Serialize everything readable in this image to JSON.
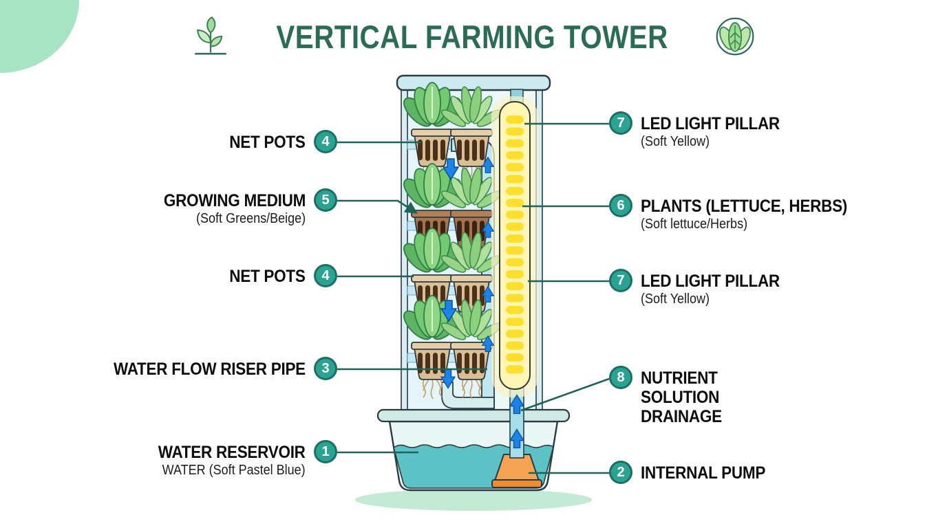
{
  "header": {
    "title": "VERTICAL FARMING TOWER",
    "seedling_icon": "seedling-icon",
    "lettuce_icon": "lettuce-icon"
  },
  "colors": {
    "accent_teal": "#2ba392",
    "leader_line": "#1e6358",
    "title_green": "#2c6b54",
    "led_body_yellow": "#fdf6b4",
    "led_segment_yellow": "#ffdf2e",
    "water_pastel_blue": "#5cc2c6",
    "pump_orange": "#f4a352",
    "pot_tan": "#d9bf96",
    "growing_medium_brown": "#a3744d",
    "plant_green": "#6abf6a",
    "mint_corner": "#a6e4c4",
    "shadow_mint": "#c3ead4"
  },
  "labels": {
    "left": [
      {
        "number": "4",
        "title": "NET POTS",
        "subtitle": ""
      },
      {
        "number": "5",
        "title": "GROWING MEDIUM",
        "subtitle": "(Soft Greens/Beige)"
      },
      {
        "number": "4",
        "title": "NET POTS",
        "subtitle": ""
      },
      {
        "number": "3",
        "title": "WATER FLOW RISER PIPE",
        "subtitle": ""
      },
      {
        "number": "1",
        "title": "WATER RESERVOIR",
        "subtitle": "WATER (Soft Pastel Blue)"
      }
    ],
    "right": [
      {
        "number": "7",
        "title": "LED LIGHT PILLAR",
        "subtitle": "(Soft Yellow)"
      },
      {
        "number": "6",
        "title": "PLANTS (LETTUCE, HERBS)",
        "subtitle": "(Soft lettuce/Herbs)"
      },
      {
        "number": "7",
        "title": "LED LIGHT PILLAR",
        "subtitle": "(Soft Yellow)"
      },
      {
        "number": "8",
        "title": "NUTRIENT SOLUTION DRAINAGE",
        "subtitle": ""
      },
      {
        "number": "2",
        "title": "INTERNAL PUMP",
        "subtitle": ""
      }
    ]
  }
}
